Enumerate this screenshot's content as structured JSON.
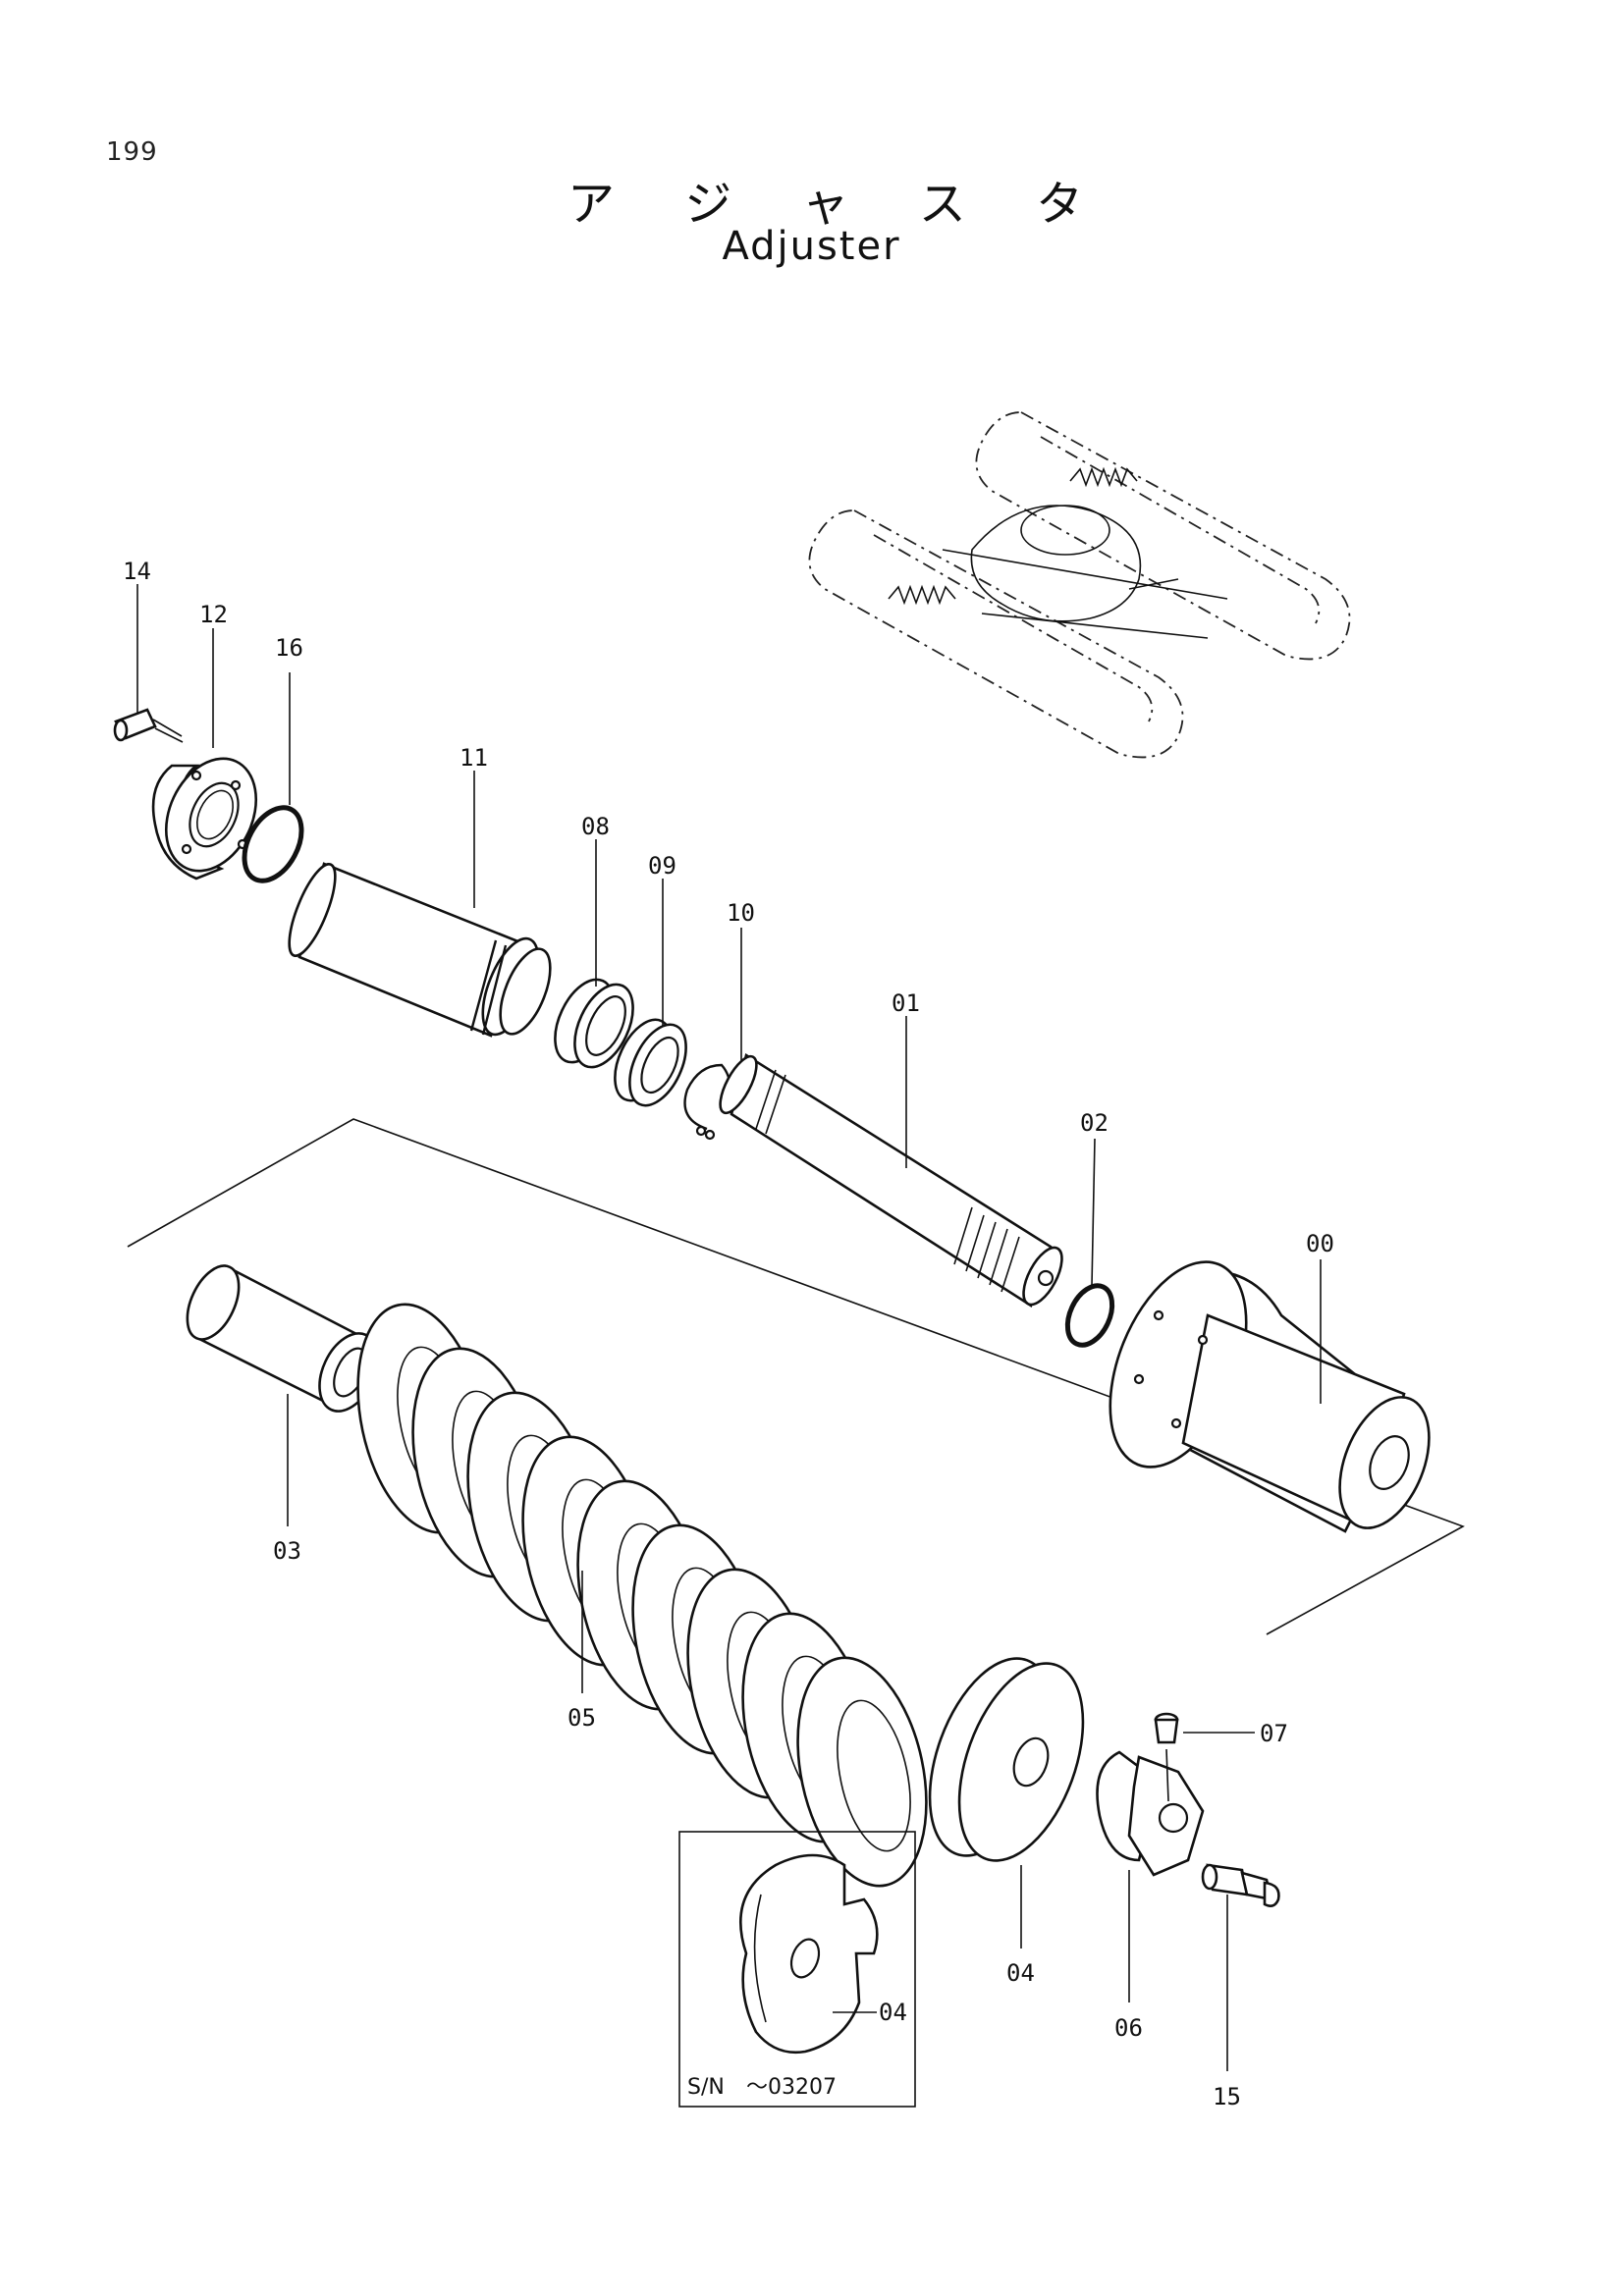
{
  "page_number": "199",
  "title_jp": "ア ジ ャ ス タ",
  "title_en": "Adjuster",
  "callouts": [
    {
      "id": "14",
      "label": "14"
    },
    {
      "id": "12",
      "label": "12"
    },
    {
      "id": "16",
      "label": "16"
    },
    {
      "id": "11",
      "label": "11"
    },
    {
      "id": "08",
      "label": "08"
    },
    {
      "id": "09",
      "label": "09"
    },
    {
      "id": "10",
      "label": "10"
    },
    {
      "id": "01",
      "label": "01"
    },
    {
      "id": "02",
      "label": "02"
    },
    {
      "id": "00",
      "label": "00"
    },
    {
      "id": "03",
      "label": "03"
    },
    {
      "id": "05",
      "label": "05"
    },
    {
      "id": "07",
      "label": "07"
    },
    {
      "id": "04",
      "label": "04"
    },
    {
      "id": "06",
      "label": "06"
    },
    {
      "id": "15",
      "label": "15"
    }
  ],
  "inset": {
    "part_label": "04",
    "serial_prefix": "S/N",
    "serial_range": "～03207"
  }
}
